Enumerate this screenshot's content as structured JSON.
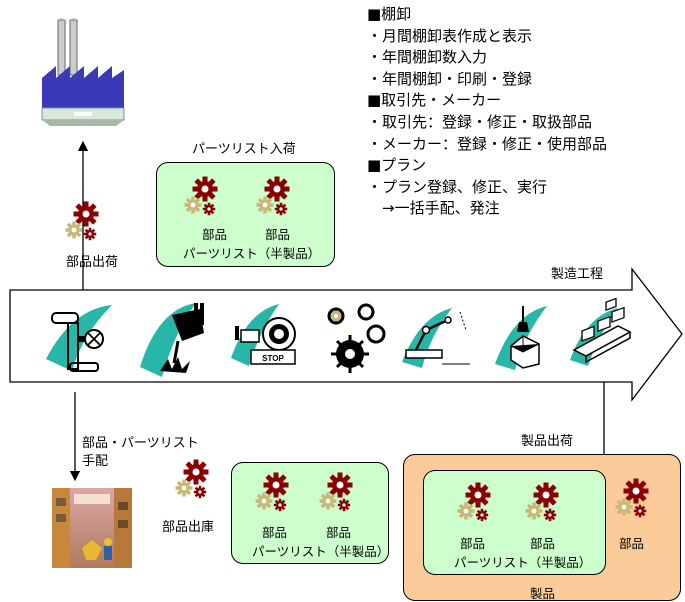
{
  "features": {
    "inventory_heading": "■棚卸",
    "inventory_items": [
      "・月間棚卸表作成と表示",
      "・年間棚卸数入力",
      "・年間棚卸・印刷・登録"
    ],
    "partners_heading": "■取引先・メーカー",
    "partners_items": [
      "・取引先：登録・修正・取扱部品",
      "・メーカー：登録・修正・使用部品"
    ],
    "plan_heading": "■プラン",
    "plan_items": [
      "・プラン登録、修正、実行",
      "　→一括手配、発注"
    ]
  },
  "labels": {
    "parts_list_arrival": "パーツリスト入荷",
    "parts_shipment": "部品出荷",
    "manufacturing_process": "製造工程",
    "parts_order": "部品・パーツリスト",
    "parts_order_2": "手配",
    "parts_outbound": "部品出庫",
    "product_shipment": "製品出荷",
    "product": "製品"
  },
  "boxes": {
    "part": "部品",
    "parts_list": "パーツリスト（半製品）"
  },
  "stop_sign": "STOP",
  "colors": {
    "gear_dark": "#8b0000",
    "gear_light": "#c8b878",
    "green_box": "#ccffcc",
    "orange_box": "#fbcc99",
    "teal_splash": "#00aa99"
  }
}
